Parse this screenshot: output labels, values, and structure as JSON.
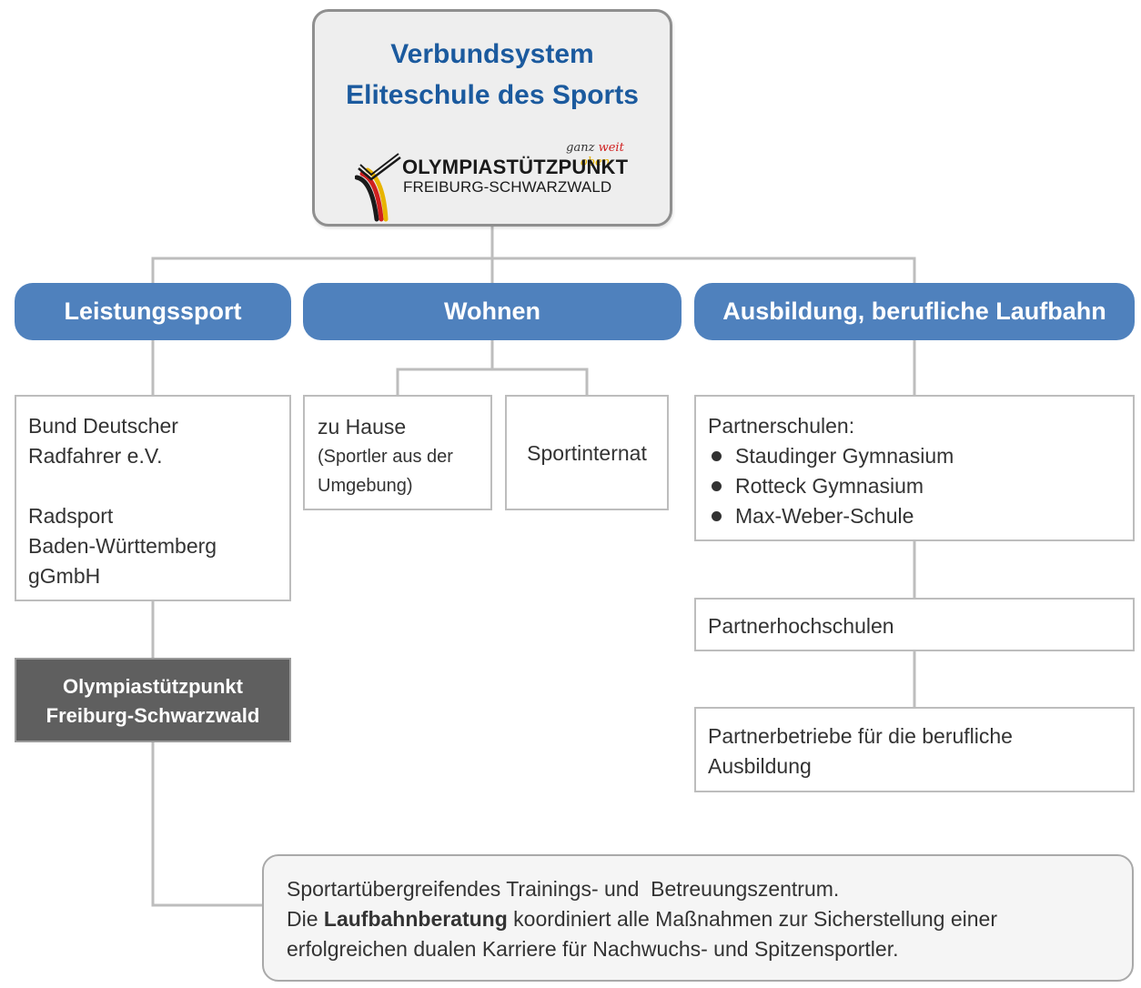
{
  "root": {
    "title_line1": "Verbundsystem",
    "title_line2": "Eliteschule des Sports",
    "logo": {
      "slogan_part1": "ganz",
      "slogan_part2": "weit",
      "slogan_part3": "oben",
      "line1": "OLYMPIASTÜTZPUNKT",
      "line2": "FREIBURG-SCHWARZWALD",
      "colors": [
        "#1a1a1a",
        "#d01f1f",
        "#e8b400"
      ]
    }
  },
  "pillars": [
    {
      "label": "Leistungssport"
    },
    {
      "label": "Wohnen"
    },
    {
      "label": "Ausbildung, berufliche Laufbahn"
    }
  ],
  "leistungssport": {
    "verband_line1": "Bund Deutscher",
    "verband_line2": "Radfahrer e.V.",
    "radsport_line1": "Radsport",
    "radsport_line2": "Baden-Württemberg",
    "radsport_line3": "gGmbH",
    "osp_line1": "Olympiastützpunkt",
    "osp_line2": "Freiburg-Schwarzwald"
  },
  "wohnen": {
    "home_title": "zu Hause",
    "home_sub_line1": "(Sportler aus der",
    "home_sub_line2": "Umgebung)",
    "internat": "Sportinternat"
  },
  "ausbildung": {
    "schulen_title": "Partnerschulen:",
    "schulen": [
      "Staudinger Gymnasium",
      "Rotteck Gymnasium",
      "Max-Weber-Schule"
    ],
    "hochschulen": "Partnerhochschulen",
    "betriebe_line1": "Partnerbetriebe für die berufliche",
    "betriebe_line2": "Ausbildung"
  },
  "bottom": {
    "line1": "Sportartübergreifendes Trainings- und  Betreuungszentrum.",
    "line2_prefix": "Die ",
    "line2_bold": "Laufbahnberatung",
    "line2_suffix": " koordiniert alle Maßnahmen zur Sicherstellung einer",
    "line3": "erfolgreichen dualen Karriere für Nachwuchs- und Spitzensportler."
  },
  "colors": {
    "pillar_blue": "#4f81bd",
    "title_blue": "#1b5a9e",
    "connector_gray": "#bdbdbd",
    "dark_box": "#5f5f5f"
  }
}
